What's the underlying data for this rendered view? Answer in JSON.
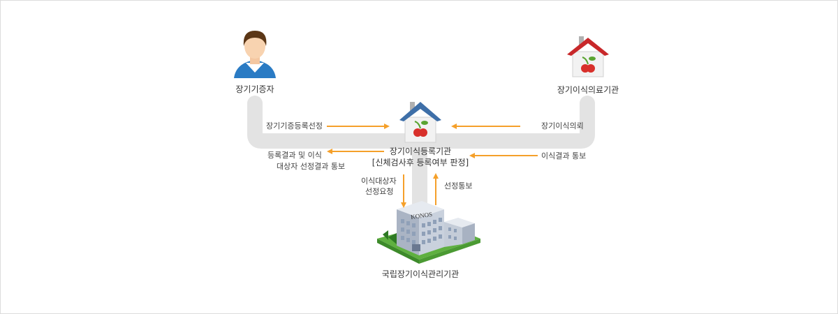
{
  "nodes": {
    "donor": {
      "label": "장기기증자",
      "icon": "person-icon"
    },
    "hospital": {
      "label": "장기이식의료기관",
      "icon": "house-red-roof-icon"
    },
    "registry": {
      "label": "장기이식등록기관",
      "sublabel": "[신체검사후 등록여부 판정]",
      "icon": "house-blue-roof-icon"
    },
    "konos": {
      "label": "국립장기이식관리기관",
      "building_sign": "KONOS",
      "icon": "office-building-icon"
    }
  },
  "flows": {
    "donor_to_registry": "장기기증등록선정",
    "registry_to_donor_line1": "등록결과 및 이식",
    "registry_to_donor_line2": "대상자 선정결과 통보",
    "hospital_request": "장기이식의뢰",
    "hospital_result": "이식결과 통보",
    "to_konos_line1": "이식대상자",
    "to_konos_line2": "선정요청",
    "from_konos": "선정통보"
  },
  "colors": {
    "arrow": "#f5a02a",
    "connector": "#e3e3e3",
    "red_roof": "#c8282a",
    "blue_roof": "#3e6fa8",
    "cherry": "#d8302b",
    "leaf": "#5aa431",
    "shirt": "#2a7bc4",
    "hair": "#5b3616"
  }
}
